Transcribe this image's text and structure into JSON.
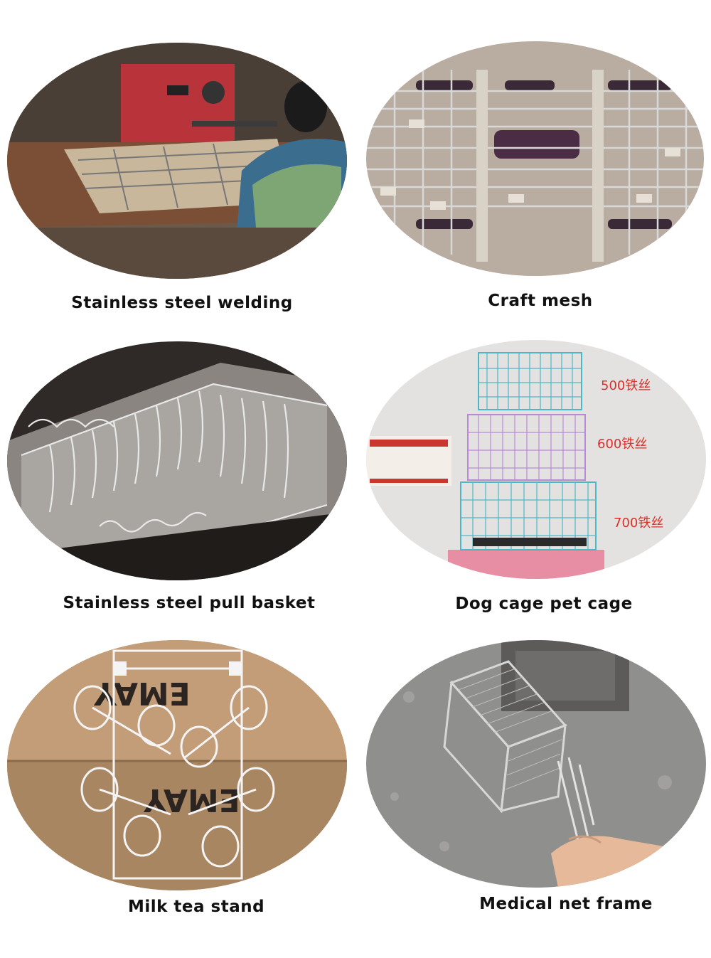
{
  "panels": [
    {
      "caption": "Stainless steel welding"
    },
    {
      "caption": "Craft mesh"
    },
    {
      "caption": "Stainless steel pull basket"
    },
    {
      "caption": "Dog cage pet cage",
      "cage_labels": [
        "500铁丝",
        "600铁丝",
        "700铁丝"
      ]
    },
    {
      "caption": "Milk tea stand",
      "box_text": "EMAY"
    },
    {
      "caption": "Medical net frame"
    }
  ]
}
